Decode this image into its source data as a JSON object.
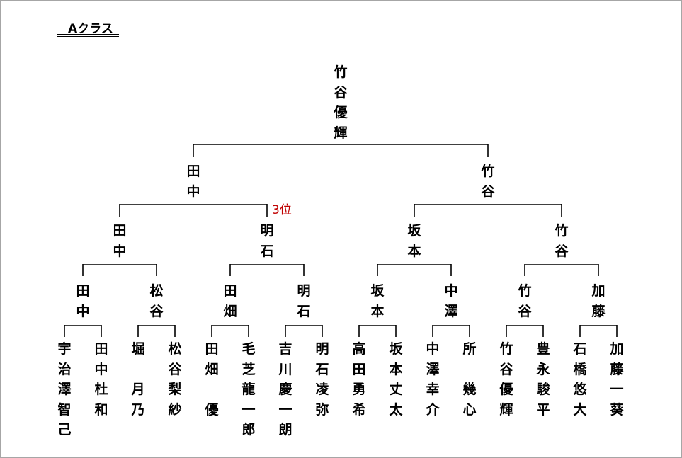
{
  "title": "Aクラス",
  "annotation": "3位",
  "champion": "竹谷優輝",
  "semifinal": [
    "田中",
    "竹谷"
  ],
  "quarterfinal": [
    "田中",
    "明石",
    "坂本",
    "竹谷"
  ],
  "round2": [
    "田中",
    "松谷",
    "田畑",
    "明石",
    "坂本",
    "中澤",
    "竹谷",
    "加藤"
  ],
  "players": [
    "宇治澤智己",
    "田中杜和",
    "堀　月乃",
    "松谷梨紗",
    "田畑　優",
    "毛芝龍一郎",
    "吉川慶一朗",
    "明石凌弥",
    "高田勇希",
    "坂本丈太",
    "中澤幸介",
    "所　幾心",
    "竹谷優輝",
    "豊永駿平",
    "石橋悠大",
    "加藤一葵"
  ]
}
